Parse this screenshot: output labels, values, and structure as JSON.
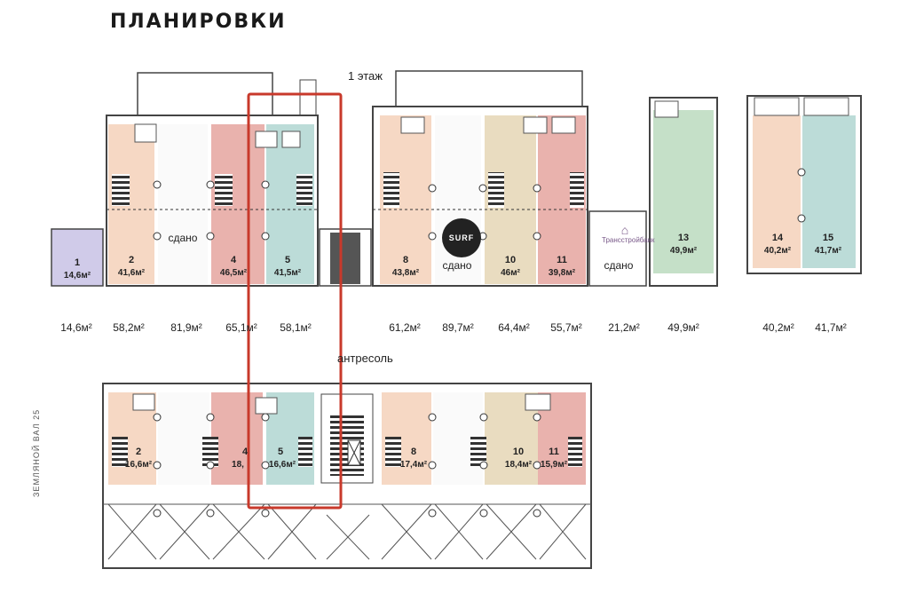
{
  "page_title": "ПЛАНИРОВКИ",
  "floor1_label": "1 этаж",
  "mezzanine_label": "антресоль",
  "street_label": "ЗЕМЛЯНОЙ ВАЛ 25",
  "logos": {
    "surf": "SURF",
    "bank": "Трансстройбанк"
  },
  "floor1_units": [
    {
      "num": "1",
      "area": "14,6м²"
    },
    {
      "num": "2",
      "area": "41,6м²"
    },
    {
      "num": "4",
      "area": "46,5м²"
    },
    {
      "num": "5",
      "area": "41,5м²"
    },
    {
      "num": "8",
      "area": "43,8м²"
    },
    {
      "num": "10",
      "area": "46м²"
    },
    {
      "num": "11",
      "area": "39,8м²"
    },
    {
      "num": "13",
      "area": "49,9м²"
    },
    {
      "num": "14",
      "area": "40,2м²"
    },
    {
      "num": "15",
      "area": "41,7м²"
    }
  ],
  "rented_labels": [
    "сдано",
    "сдано",
    "сдано"
  ],
  "totals": [
    "14,6м²",
    "58,2м²",
    "81,9м²",
    "65,1м²",
    "58,1м²",
    "61,2м²",
    "89,7м²",
    "64,4м²",
    "55,7м²",
    "21,2м²",
    "49,9м²",
    "40,2м²",
    "41,7м²"
  ],
  "mezzanine_units": [
    {
      "num": "2",
      "area": "16,6м²"
    },
    {
      "num": "4",
      "area": "18,"
    },
    {
      "num": "5",
      "area": "16,6м²"
    },
    {
      "num": "8",
      "area": "17,4м²"
    },
    {
      "num": "10",
      "area": "18,4м²"
    },
    {
      "num": "11",
      "area": "15,9м²"
    }
  ],
  "colors": {
    "peach": "#f6d8c4",
    "pink": "#e9b2ad",
    "teal": "#bcdcd8",
    "tan": "#e9dcc0",
    "green": "#c5e0c8",
    "lavender": "#d0cbe9",
    "wall": "#444444",
    "highlight": "#c8392b",
    "stair": "#555555"
  }
}
